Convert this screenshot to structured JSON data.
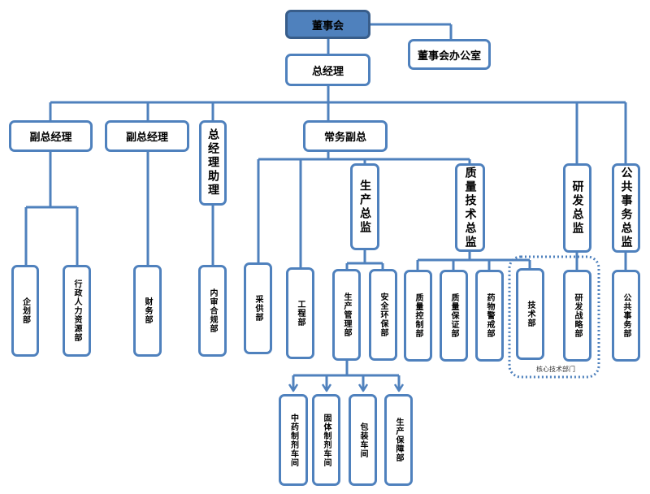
{
  "org": {
    "board": "董事会",
    "board_office": "董事会办公室",
    "gm": "总经理",
    "vgm1": "副总经理",
    "vgm2": "副总经理",
    "gm_assistant": "总经理助理",
    "exec_vp": "常务副总",
    "prod_director": "生产总监",
    "quality_director": "质量技术总监",
    "rd_director": "研发总监",
    "public_director": "公共事务总监",
    "depts": {
      "planning": "企划部",
      "hr": "行政人力资源部",
      "finance": "财务部",
      "audit": "内审合规部",
      "procurement": "采供部",
      "engineering": "工程部",
      "prod_mgmt": "生产管理部",
      "safety": "安全环保部",
      "qc": "质量控制部",
      "qa": "质量保证部",
      "pv": "药物警戒部",
      "tech": "技术部",
      "rd_strategy": "研发战略部",
      "public_affairs": "公共事务部"
    },
    "workshops": {
      "tcm": "中药制剂车间",
      "solid": "固体制剂车间",
      "packaging": "包装车间",
      "support": "生产保障部"
    },
    "core_group_caption": "核心技术部门"
  },
  "colors": {
    "line": "#4f81bd",
    "top_fill": "#4f81bd",
    "top_border": "#385d8a"
  }
}
